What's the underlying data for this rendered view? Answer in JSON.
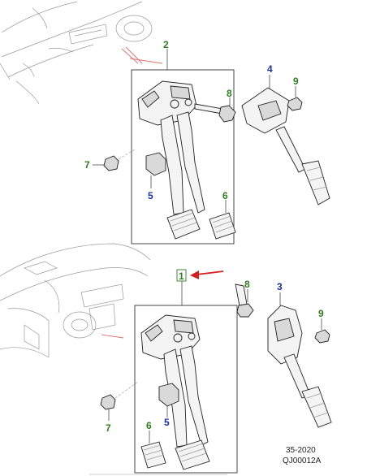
{
  "callouts": {
    "top": {
      "assembly": "2",
      "bolt": "8",
      "throttle_pedal": "4",
      "throttle_nut": "9",
      "mount_nut": "7",
      "switch": "5",
      "pad": "6"
    },
    "bottom": {
      "assembly": "1",
      "bolt": "8",
      "throttle_pedal": "3",
      "throttle_nut": "9",
      "mount_nut": "7",
      "switch": "5",
      "pad": "6"
    }
  },
  "reference": {
    "group": "35-2020",
    "code": "QJ00012A"
  },
  "colors": {
    "green_label": "#2e7d1e",
    "blue_label": "#1a2fa8",
    "highlight_arrow": "#d62020"
  }
}
